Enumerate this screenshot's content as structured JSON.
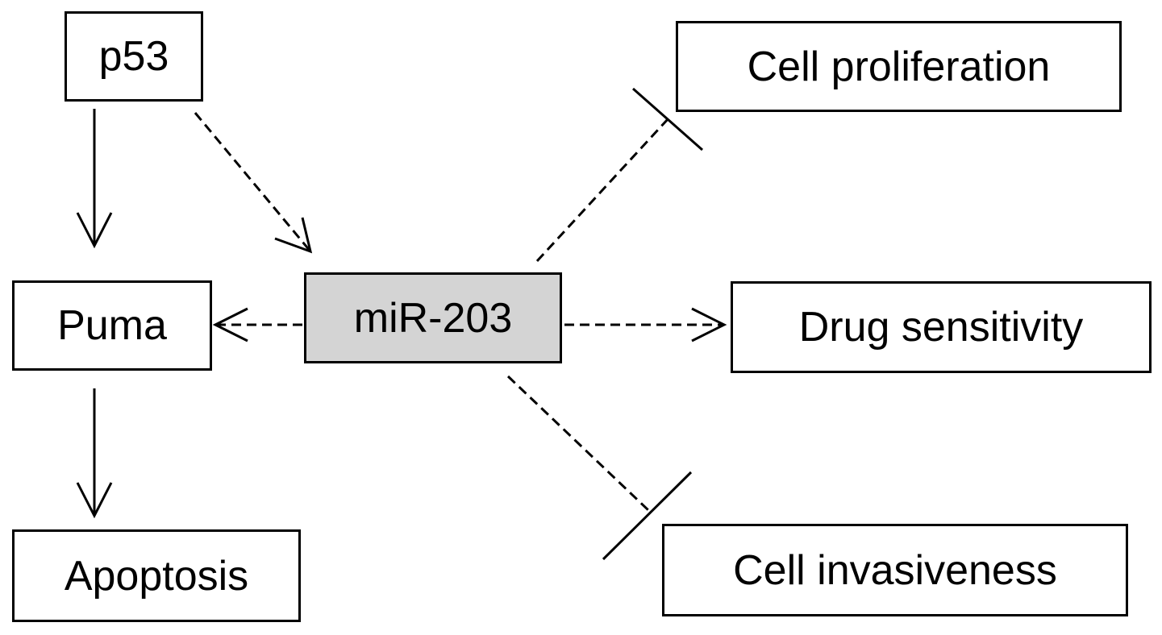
{
  "diagram": {
    "nodes": {
      "p53": {
        "label": "p53"
      },
      "puma": {
        "label": "Puma"
      },
      "apoptosis": {
        "label": "Apoptosis"
      },
      "mir203": {
        "label": "miR-203",
        "fill": "#d4d4d4"
      },
      "cell_proliferation": {
        "label": "Cell proliferation"
      },
      "drug_sensitivity": {
        "label": "Drug sensitivity"
      },
      "cell_invasiveness": {
        "label": "Cell invasiveness"
      }
    },
    "edges": [
      {
        "from": "p53",
        "to": "puma",
        "style": "solid",
        "head": "arrow"
      },
      {
        "from": "p53",
        "to": "mir203",
        "style": "dashed",
        "head": "arrow"
      },
      {
        "from": "puma",
        "to": "apoptosis",
        "style": "solid",
        "head": "arrow"
      },
      {
        "from": "mir203",
        "to": "puma",
        "style": "dashed",
        "head": "arrow"
      },
      {
        "from": "mir203",
        "to": "drug_sensitivity",
        "style": "dashed",
        "head": "arrow"
      },
      {
        "from": "mir203",
        "to": "cell_proliferation",
        "style": "dashed",
        "head": "inhibit"
      },
      {
        "from": "mir203",
        "to": "cell_invasiveness",
        "style": "dashed",
        "head": "inhibit"
      }
    ]
  }
}
